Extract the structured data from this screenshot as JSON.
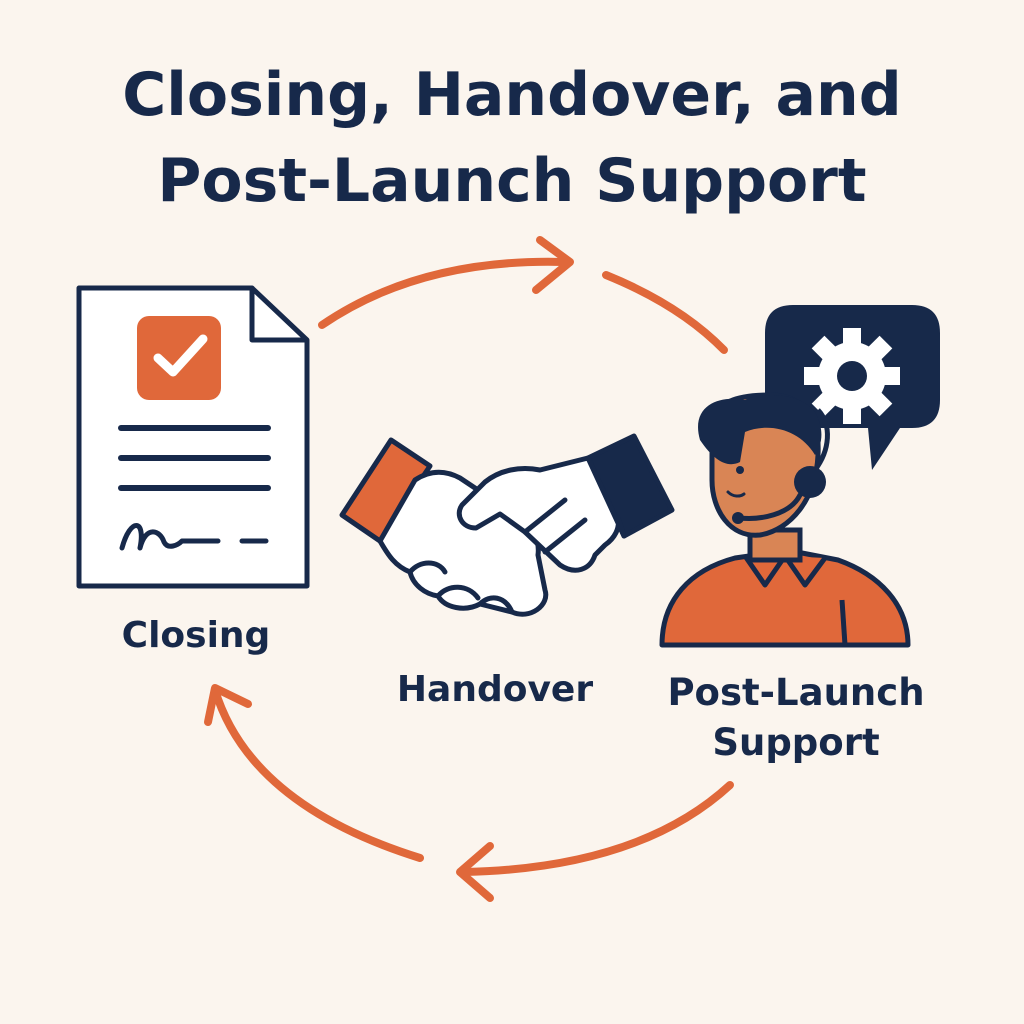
{
  "title": {
    "line1": "Closing, Handover, and",
    "line2": "Post-Launch Support"
  },
  "stages": [
    {
      "label": "Closing",
      "icon": "signed-document-icon"
    },
    {
      "label": "Handover",
      "icon": "handshake-icon"
    },
    {
      "label": "Post-Launch\nSupport",
      "icon": "support-agent-icon"
    }
  ],
  "colors": {
    "background": "#fbf5ee",
    "navy": "#17294a",
    "orange": "#e0683a",
    "skin": "#d98555",
    "white": "#ffffff"
  }
}
